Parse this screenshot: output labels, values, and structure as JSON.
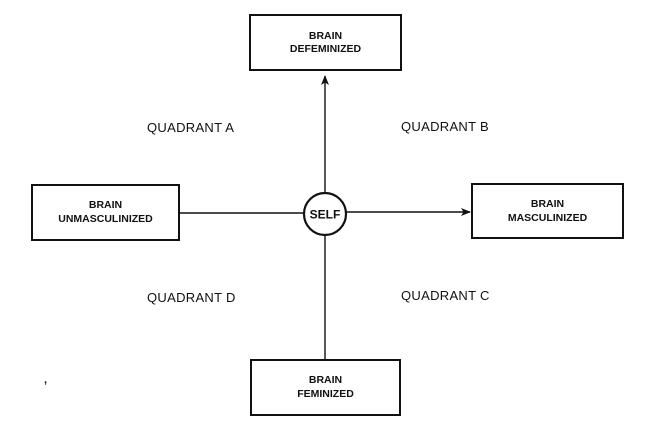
{
  "diagram": {
    "center": {
      "label": "SELF"
    },
    "boxes": {
      "top": {
        "line1": "BRAIN",
        "line2": "DEFEMINIZED"
      },
      "left": {
        "line1": "BRAIN",
        "line2": "UNMASCULINIZED"
      },
      "right": {
        "line1": "BRAIN",
        "line2": "MASCULINIZED"
      },
      "bottom": {
        "line1": "BRAIN",
        "line2": "FEMINIZED"
      }
    },
    "quadrants": {
      "a": "QUADRANT A",
      "b": "QUADRANT B",
      "c": "QUADRANT C",
      "d": "QUADRANT D"
    },
    "stray_mark": ","
  }
}
